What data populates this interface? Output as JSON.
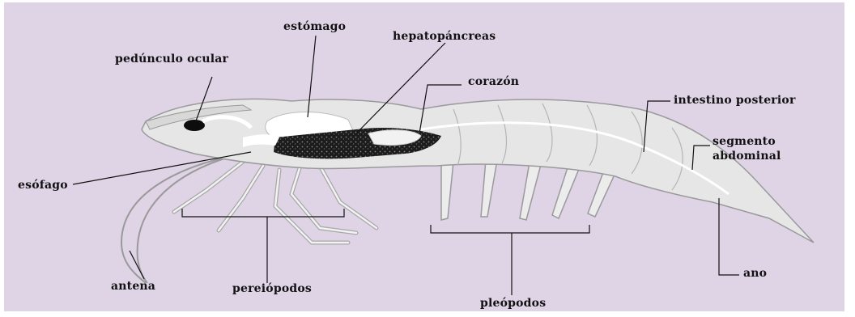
{
  "labels": {
    "estomago": "estómago",
    "hepatopancreas": "hepatopáncreas",
    "pedunculo_ocular": "pedúnculo ocular",
    "corazon": "corazón",
    "intestino_posterior": "intestino posterior",
    "segmento_abdominal_line1": "segmento",
    "segmento_abdominal_line2": "abdominal",
    "esofago": "esófago",
    "antena": "antena",
    "pereiopodos": "pereiópodos",
    "pleopodos": "pleópodos",
    "ano": "ano"
  },
  "colors": {
    "background": "#dfd3e6",
    "body_fill": "#e6e6e6",
    "body_stroke": "#9a9a9a",
    "organ_white": "#ffffff",
    "hepatopancreas": "#1c1c1c",
    "leader_line": "#111111"
  }
}
